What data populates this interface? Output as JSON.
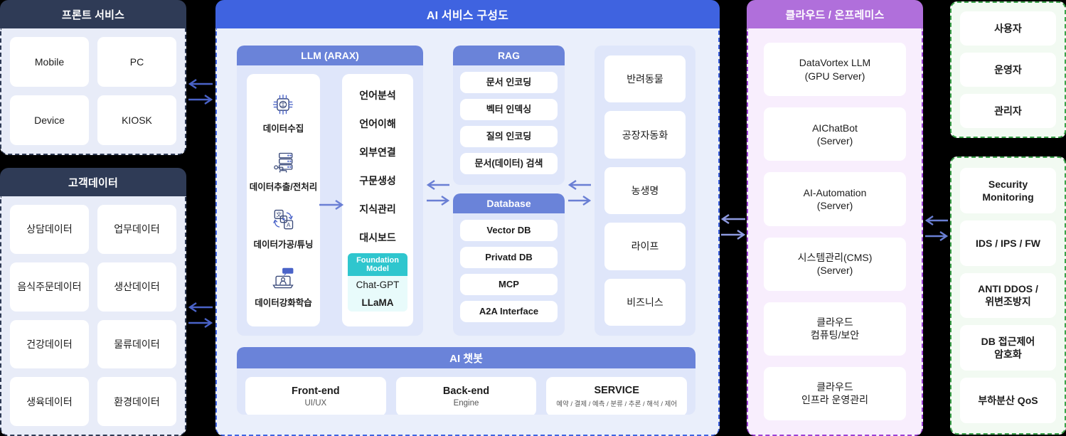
{
  "colors": {
    "navy": "#2f3b56",
    "blue": "#3f63e0",
    "purple": "#b06fdb",
    "green": "#3ba24a",
    "teal": "#2fc6ce",
    "arrow_blue": "#4a63c8",
    "arrow_lavender": "#8e9ae0"
  },
  "front_service": {
    "title": "프론트 서비스",
    "items": [
      "Mobile",
      "PC",
      "Device",
      "KIOSK"
    ]
  },
  "customer_data": {
    "title": "고객데이터",
    "items": [
      "상담데이터",
      "업무데이터",
      "음식주문데이터",
      "생산데이터",
      "건강데이터",
      "물류데이터",
      "생육데이터",
      "환경데이터"
    ]
  },
  "main": {
    "title": "AI 서비스 구성도",
    "llm": {
      "title": "LLM (ARAX)",
      "pipeline": [
        {
          "label": "데이터수집",
          "icon": "ai-chip-icon"
        },
        {
          "label": "데이터추출/전처리",
          "icon": "server-stack-icon"
        },
        {
          "label": "데이터가공/튜닝",
          "icon": "translate-tuning-icon"
        },
        {
          "label": "데이터강화학습",
          "icon": "laptop-learning-icon"
        }
      ],
      "features": [
        "언어분석",
        "언어이해",
        "외부연결",
        "구문생성",
        "지식관리",
        "대시보드"
      ],
      "foundation": {
        "title": "Foundation Model",
        "models": [
          "Chat-GPT",
          "LLaMA"
        ]
      }
    },
    "rag": {
      "title": "RAG",
      "items": [
        "문서 인코딩",
        "벡터 인덱싱",
        "질의 인코딩",
        "문서(데이터) 검색"
      ]
    },
    "database": {
      "title": "Database",
      "items": [
        "Vector DB",
        "Privatd DB",
        "MCP",
        "A2A Interface"
      ]
    },
    "domains": [
      "반려동물",
      "공장자동화",
      "농생명",
      "라이프",
      "비즈니스"
    ],
    "chatbot": {
      "title": "AI 챗봇",
      "items": [
        {
          "title": "Front-end",
          "subtitle": "UI/UX"
        },
        {
          "title": "Back-end",
          "subtitle": "Engine"
        },
        {
          "title": "SERVICE",
          "subtitle": "예약 / 결제 / 예측 / 분류 / 추론 / 해석 / 제어"
        }
      ]
    }
  },
  "cloud": {
    "title": "클라우드 / 온프레미스",
    "items": [
      "DataVortex LLM\n(GPU Server)",
      "AIChatBot\n(Server)",
      "AI-Automation\n(Server)",
      "시스템관리(CMS)\n(Server)",
      "클라우드\n컴퓨팅/보안",
      "클라우드\n인프라 운영관리"
    ]
  },
  "users": {
    "items": [
      "사용자",
      "운영자",
      "관리자"
    ]
  },
  "security": {
    "items": [
      "Security\nMonitoring",
      "IDS / IPS / FW",
      "ANTI DDOS /\n위변조방지",
      "DB 접근제어\n암호화",
      "부하분산 QoS"
    ]
  }
}
